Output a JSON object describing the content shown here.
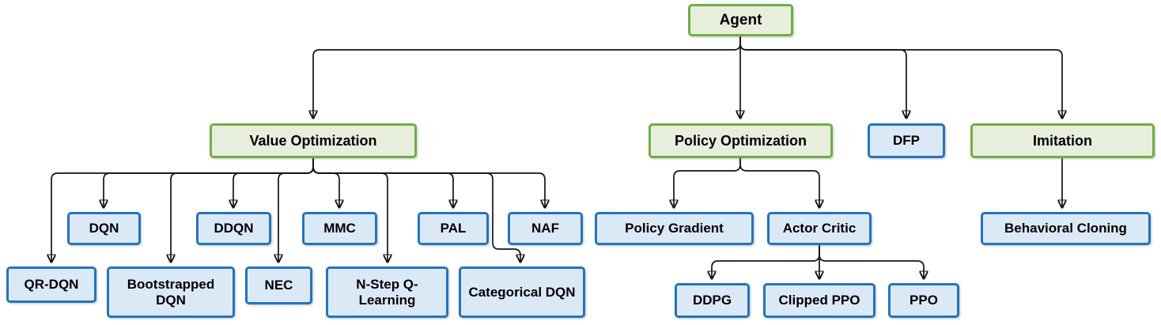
{
  "diagram": {
    "type": "tree",
    "description": "Reinforcement learning agent algorithm taxonomy",
    "colors": {
      "category_fill": "#e7efdc",
      "category_border": "#70ad47",
      "algorithm_fill": "#dbe9f7",
      "algorithm_border": "#2374bd",
      "connector": "#141414",
      "text": "#000000",
      "background": "#ffffff"
    },
    "nodes": {
      "agent": {
        "label": "Agent",
        "kind": "category"
      },
      "value_opt": {
        "label": "Value Optimization",
        "kind": "category"
      },
      "policy_opt": {
        "label": "Policy Optimization",
        "kind": "category"
      },
      "dfp": {
        "label": "DFP",
        "kind": "algorithm"
      },
      "imitation": {
        "label": "Imitation",
        "kind": "category"
      },
      "dqn": {
        "label": "DQN",
        "kind": "algorithm"
      },
      "ddqn": {
        "label": "DDQN",
        "kind": "algorithm"
      },
      "mmc": {
        "label": "MMC",
        "kind": "algorithm"
      },
      "pal": {
        "label": "PAL",
        "kind": "algorithm"
      },
      "naf": {
        "label": "NAF",
        "kind": "algorithm"
      },
      "qr_dqn": {
        "label": "QR-DQN",
        "kind": "algorithm"
      },
      "bootstrapped_dqn": {
        "label": "Bootstrapped DQN",
        "kind": "algorithm"
      },
      "nec": {
        "label": "NEC",
        "kind": "algorithm"
      },
      "n_step_q": {
        "label": "N-Step Q-Learning",
        "kind": "algorithm"
      },
      "categorical_dqn": {
        "label": "Categorical DQN",
        "kind": "algorithm"
      },
      "policy_gradient": {
        "label": "Policy Gradient",
        "kind": "algorithm"
      },
      "actor_critic": {
        "label": "Actor Critic",
        "kind": "algorithm"
      },
      "behavioral_cloning": {
        "label": "Behavioral Cloning",
        "kind": "algorithm"
      },
      "ddpg": {
        "label": "DDPG",
        "kind": "algorithm"
      },
      "clipped_ppo": {
        "label": "Clipped PPO",
        "kind": "algorithm"
      },
      "ppo": {
        "label": "PPO",
        "kind": "algorithm"
      }
    },
    "edges": [
      [
        "Agent",
        "Value Optimization"
      ],
      [
        "Agent",
        "Policy Optimization"
      ],
      [
        "Agent",
        "DFP"
      ],
      [
        "Agent",
        "Imitation"
      ],
      [
        "Value Optimization",
        "QR-DQN"
      ],
      [
        "Value Optimization",
        "DQN"
      ],
      [
        "Value Optimization",
        "Bootstrapped DQN"
      ],
      [
        "Value Optimization",
        "DDQN"
      ],
      [
        "Value Optimization",
        "NEC"
      ],
      [
        "Value Optimization",
        "MMC"
      ],
      [
        "Value Optimization",
        "N-Step Q-Learning"
      ],
      [
        "Value Optimization",
        "PAL"
      ],
      [
        "Value Optimization",
        "Categorical DQN"
      ],
      [
        "Value Optimization",
        "NAF"
      ],
      [
        "Policy Optimization",
        "Policy Gradient"
      ],
      [
        "Policy Optimization",
        "Actor Critic"
      ],
      [
        "Actor Critic",
        "DDPG"
      ],
      [
        "Actor Critic",
        "Clipped PPO"
      ],
      [
        "Actor Critic",
        "PPO"
      ],
      [
        "Imitation",
        "Behavioral Cloning"
      ]
    ]
  }
}
